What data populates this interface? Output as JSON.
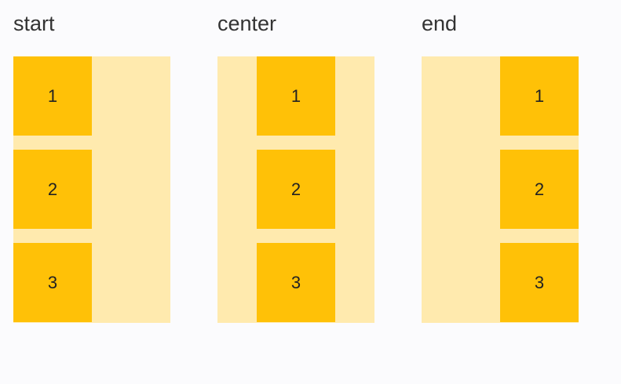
{
  "page": {
    "background_color": "#fbfbfd",
    "label_color": "#333333",
    "item_color": "#ffc107",
    "container_color": "#ffeaae",
    "item_text_color": "#222222"
  },
  "columns": [
    {
      "label": "start",
      "align": "flex-start",
      "items": [
        {
          "label": "1"
        },
        {
          "label": "2"
        },
        {
          "label": "3"
        }
      ]
    },
    {
      "label": "center",
      "align": "center",
      "items": [
        {
          "label": "1"
        },
        {
          "label": "2"
        },
        {
          "label": "3"
        }
      ]
    },
    {
      "label": "end",
      "align": "flex-end",
      "items": [
        {
          "label": "1"
        },
        {
          "label": "2"
        },
        {
          "label": "3"
        }
      ]
    }
  ]
}
